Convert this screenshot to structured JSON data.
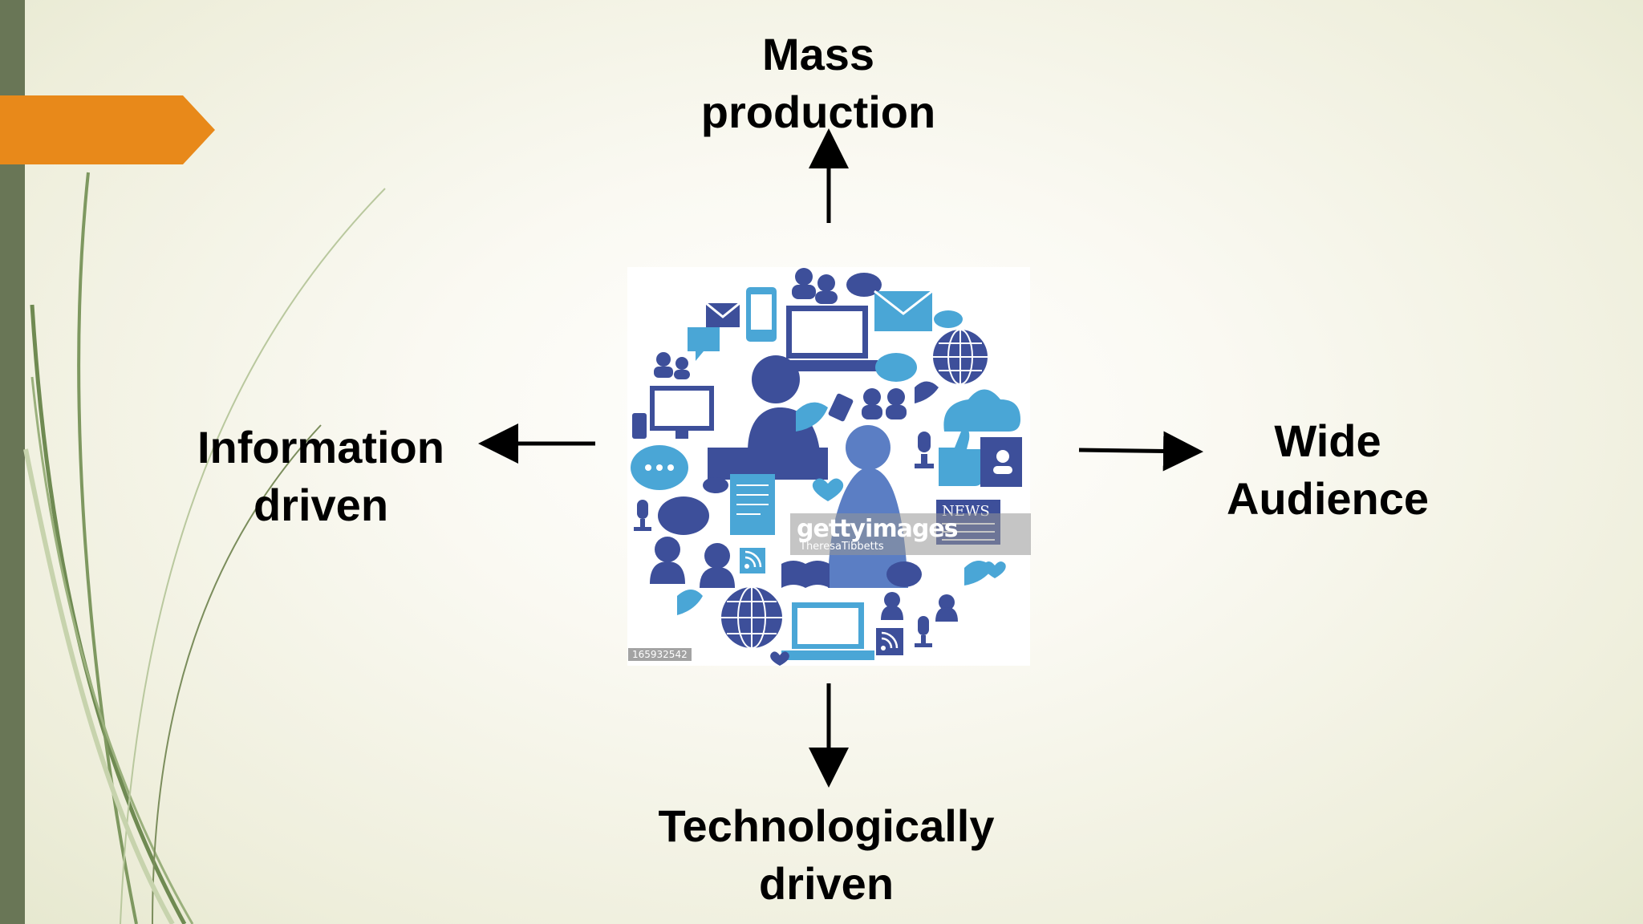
{
  "diagram": {
    "top_label": [
      "Mass",
      "production"
    ],
    "left_label": [
      "Information",
      "driven"
    ],
    "right_label": [
      "Wide",
      "Audience"
    ],
    "bottom_label": [
      "Technologically",
      "driven"
    ]
  },
  "center_image": {
    "description_icons": [
      "people-icon",
      "laptop-icon",
      "envelope-icon",
      "globe-icon",
      "chat-bubble-icon",
      "phone-icon",
      "cloud-icon",
      "news-icon",
      "rss-icon",
      "bird-icon",
      "microphone-icon",
      "thumbs-up-icon",
      "heart-icon"
    ],
    "watermark_brand": "gettyimages",
    "watermark_credit": "TheresaTibbetts",
    "image_id": "165932542",
    "news_text": "NEWS"
  },
  "colors": {
    "accent_orange": "#e8891a",
    "sidebar_green": "#697656",
    "icon_dark_blue": "#3d4f9a",
    "icon_light_blue": "#4aa6d6"
  }
}
